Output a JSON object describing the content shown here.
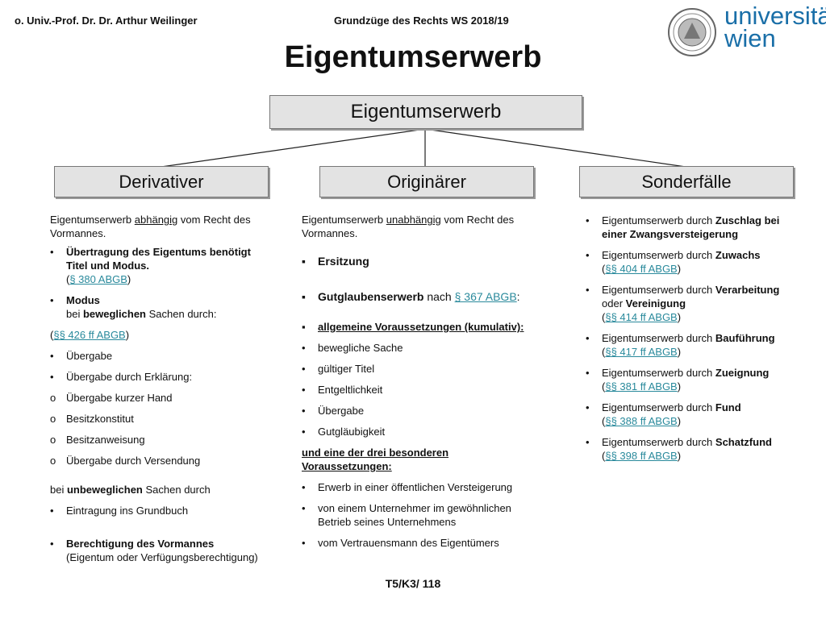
{
  "header": {
    "author": "o. Univ.-Prof. Dr. Dr. Arthur Weilinger",
    "course": "Grundzüge des Rechts WS 2018/19",
    "logo_line1": "universität",
    "logo_line2": "wien"
  },
  "title": "Eigentumserwerb",
  "diagram": {
    "root": "Eigentumserwerb",
    "branches": [
      "Derivativer",
      "Originärer",
      "Sonderfälle"
    ]
  },
  "derivativ": {
    "intro_a": "Eigentumserwerb ",
    "intro_u": "abhängig",
    "intro_b": " vom Recht des Vormannes.",
    "b1_bold": "Übertragung des Eigentums benötigt Titel und Modus.",
    "b1_pre": "(",
    "b1_link": "§ 380 ABGB",
    "b1_post": ")",
    "b2_bold": "Modus",
    "b2_a": "bei ",
    "b2_b": "beweglichen",
    "b2_c": " Sachen  durch:",
    "ref_pre": "(",
    "ref_link": "§§ 426 ff ABGB",
    "ref_post": ")",
    "b3": "Übergabe",
    "b4": "Übergabe durch Erklärung:",
    "o1": "Übergabe kurzer Hand",
    "o2": "Besitzkonstitut",
    "o3": "Besitzanweisung",
    "o4": "Übergabe durch Versendung",
    "immo_a": "bei ",
    "immo_b": "unbeweglichen",
    "immo_c": " Sachen durch",
    "b5": "Eintragung ins Grundbuch",
    "b6_bold": "Berechtigung des Vormannes",
    "b6_rest": "(Eigentum oder Verfügungsberechtigung)"
  },
  "originaer": {
    "intro_a": "Eigentumserwerb ",
    "intro_u": "unabhängig",
    "intro_b": " vom Recht des Vormannes.",
    "s1": "Ersitzung",
    "s2_bold": "Gutglaubenserwerb",
    "s2_a": " nach  ",
    "s2_link": "§ 367 ABGB",
    "s2_b": ":",
    "s3": "allgemeine Voraussetzungen (kumulativ):",
    "c1": "bewegliche Sache",
    "c2": "gültiger Titel",
    "c3": "Entgeltlichkeit",
    "c4": "Übergabe",
    "c5": "Gutgläubigkeit",
    "special": "und eine der drei besonderen Voraussetzungen:",
    "d1": "Erwerb in einer öffentlichen Versteigerung",
    "d2": "von einem Unternehmer im gewöhnlichen Betrieb seines Unternehmens",
    "d3": "vom Vertrauensmann des Eigentümers"
  },
  "sonder": {
    "items": [
      {
        "a": "Eigentumserwerb durch ",
        "bold": "Zuschlag bei einer Zwangsversteigerung",
        "bold2": "",
        "link": "",
        "mid": ""
      },
      {
        "a": "Eigentumserwerb durch ",
        "bold": "Zuwachs",
        "bold2": "",
        "mid": "",
        "link": "§§ 404 ff ABGB"
      },
      {
        "a": "Eigentumserwerb durch ",
        "bold": "Verarbeitung",
        "mid": " oder ",
        "bold2": "Vereinigung",
        "link": "§§ 414 ff ABGB"
      },
      {
        "a": "Eigentumserwerb durch ",
        "bold": "Bauführung",
        "bold2": "",
        "mid": "",
        "link": "§§  417 ff ABGB"
      },
      {
        "a": "Eigentumserwerb durch ",
        "bold": "Zueignung",
        "bold2": "",
        "mid": "",
        "link": "§§ 381 ff ABGB"
      },
      {
        "a": "Eigentumserwerb durch ",
        "bold": "Fund",
        "bold2": "",
        "mid": "",
        "link": "§§ 388 ff ABGB"
      },
      {
        "a": "Eigentumserwerb durch ",
        "bold": "Schatzfund",
        "bold2": "",
        "mid": "",
        "link": "§§ 398 ff ABGB"
      }
    ]
  },
  "footer": "T5/K3/ 118"
}
